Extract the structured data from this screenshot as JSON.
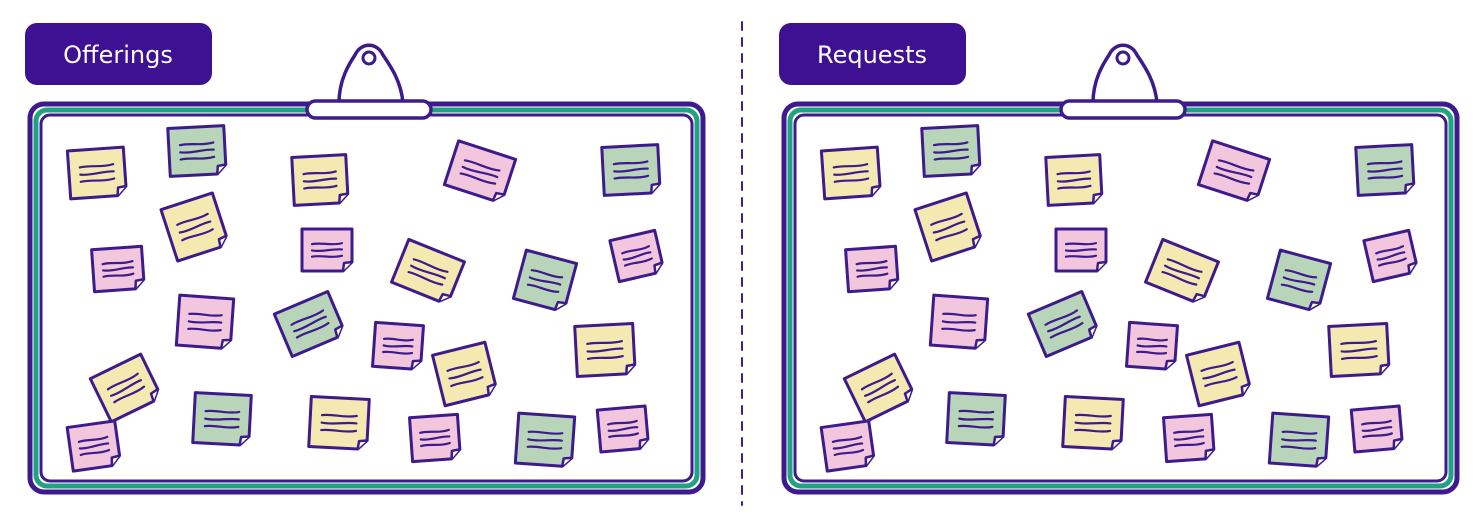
{
  "colors": {
    "ink": "#3d1b8c",
    "label_fill": "#3d1191",
    "label_text": "#ffffff",
    "board_frame": "#3d1b8c",
    "board_inner_frame": "#21a383",
    "board_surface": "#ffffff",
    "divider": "#3d1b8c",
    "note_yellow": "#f4e9b1",
    "note_pink": "#f2c7dd",
    "note_green": "#b8d5ba"
  },
  "icons": {
    "board": "bulletin-board-icon",
    "hanger": "board-hanger-icon",
    "note": "sticky-note-icon"
  },
  "panels": [
    {
      "id": "offerings",
      "label": "Offerings"
    },
    {
      "id": "requests",
      "label": "Requests"
    }
  ]
}
